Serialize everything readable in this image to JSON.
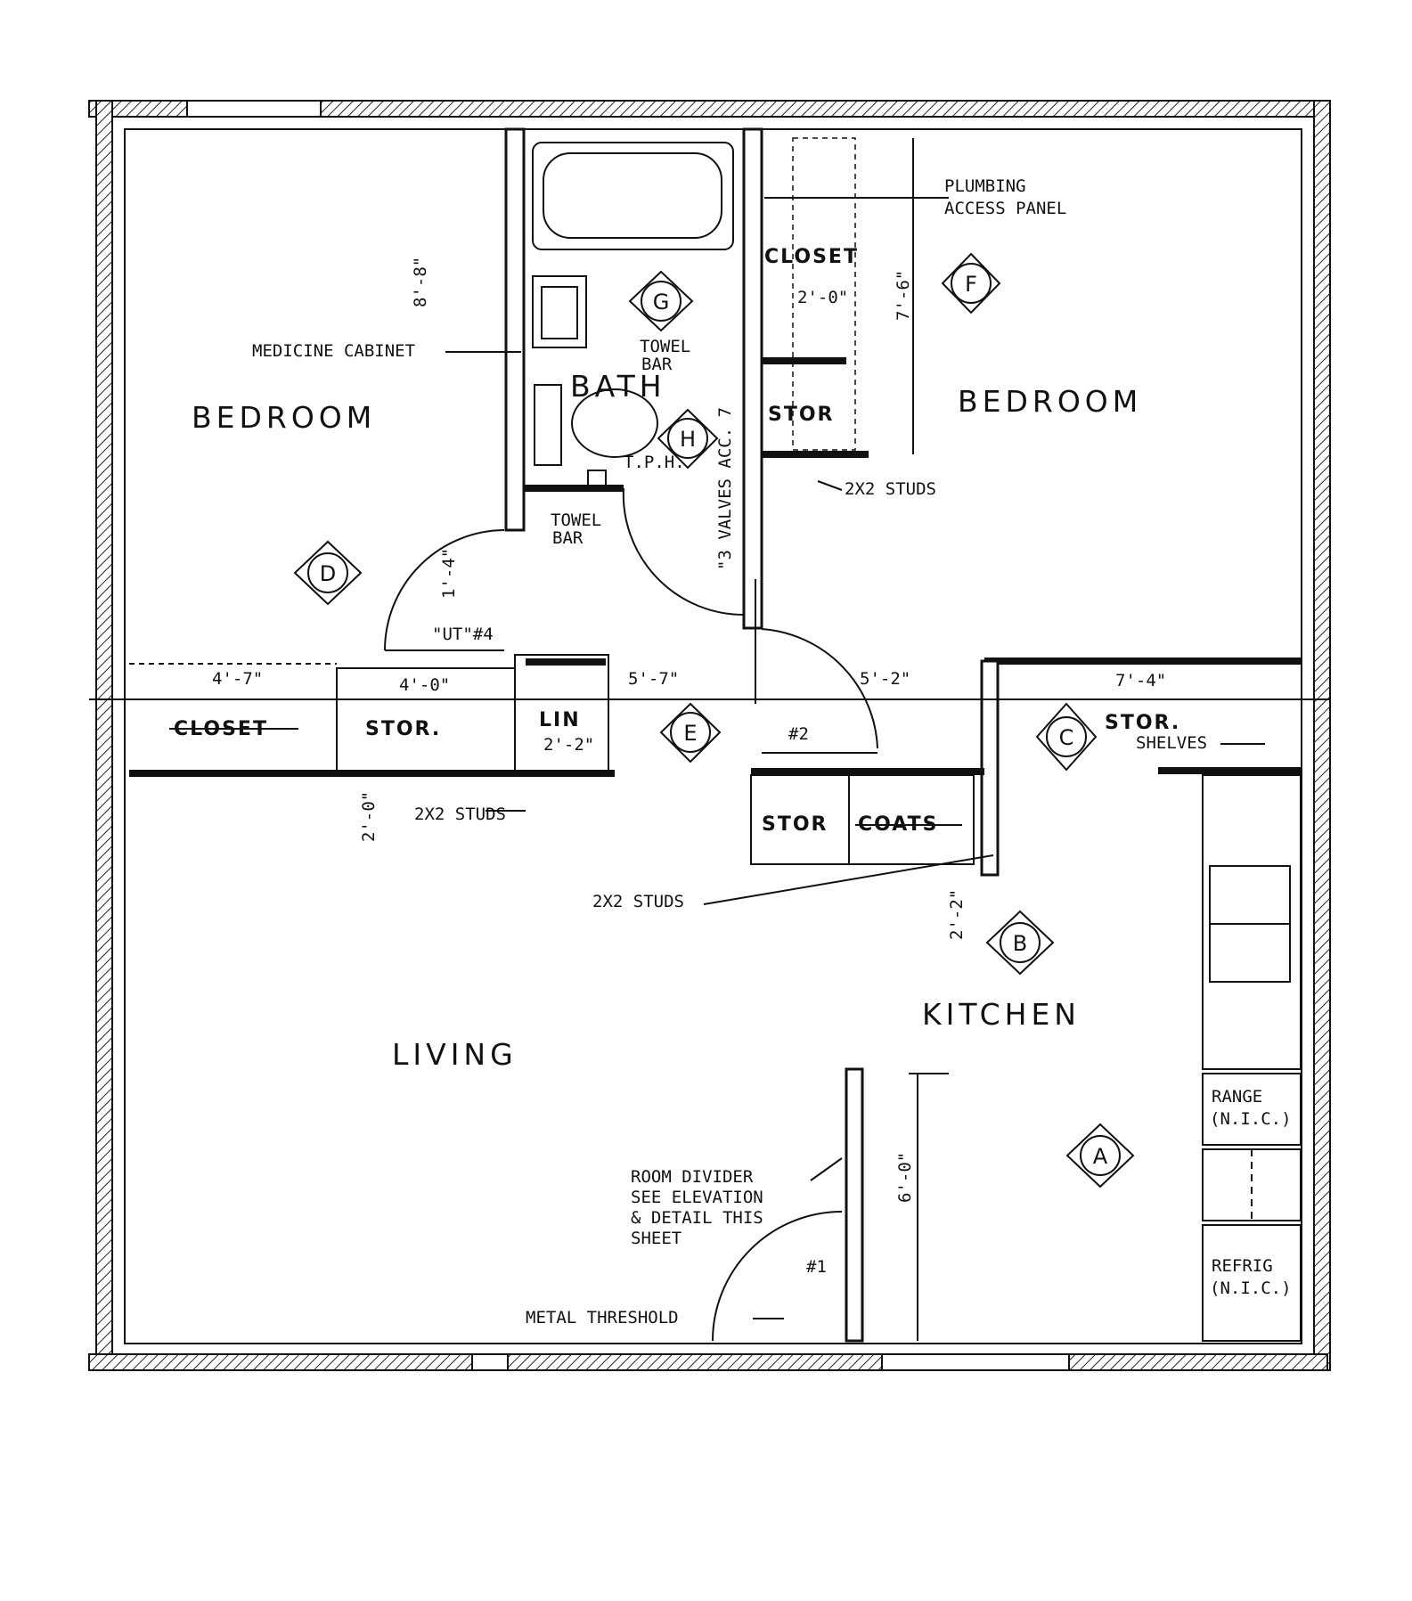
{
  "rooms": {
    "bedroom_left": "BEDROOM",
    "bedroom_right": "BEDROOM",
    "bath": "BATH",
    "living": "LIVING",
    "kitchen": "KITCHEN"
  },
  "small_rooms": {
    "closet_top": "CLOSET",
    "stor_upper": "STOR",
    "closet_left": "CLOSET",
    "stor_left": "STOR.",
    "lin": "LIN",
    "stor_right": "STOR.",
    "stor_coats_a": "STOR",
    "stor_coats_b": "COATS"
  },
  "notes": {
    "plumbing_1": "PLUMBING",
    "plumbing_2": "ACCESS PANEL",
    "medicine_cabinet": "MEDICINE CABINET",
    "towel_bar_1a": "TOWEL",
    "towel_bar_1b": "BAR",
    "towel_bar_2a": "TOWEL",
    "towel_bar_2b": "BAR",
    "tphh": "T.P.H.",
    "valves": "\"3 VALVES ACC. 7",
    "studs_1": "2X2 STUDS",
    "studs_2": "2X2 STUDS",
    "studs_3": "2X2 STUDS",
    "shelves": "SHELVES",
    "range_1": "RANGE",
    "range_2": "(N.I.C.)",
    "refrig_1": "REFRIG",
    "refrig_2": "(N.I.C.)",
    "divider_1": "ROOM DIVIDER",
    "divider_2": "SEE ELEVATION",
    "divider_3": "& DETAIL THIS",
    "divider_4": "SHEET",
    "threshold": "METAL THRESHOLD"
  },
  "doors": {
    "d4": "\"UT\"#4",
    "d2": "#2",
    "d1": "#1"
  },
  "dimensions": {
    "bath_height": "8'-8\"",
    "closet_width": "2'-0\"",
    "closet_height": "7'-6\"",
    "left_closet": "4'-7\"",
    "stor_width": "4'-0\"",
    "lin_width": "2'-2\"",
    "hall_left": "5'-7\"",
    "hall_right": "5'-2\"",
    "kitchen_stor": "7'-4\"",
    "stud_depth": "2'-0\"",
    "coats_depth": "2'-2\"",
    "divider_height": "6'-0\"",
    "door_swing": "1'-4\""
  },
  "elevation_tags": {
    "a": "A",
    "b": "B",
    "c": "C",
    "d": "D",
    "e": "E",
    "f": "F",
    "g": "G",
    "h": "H"
  }
}
